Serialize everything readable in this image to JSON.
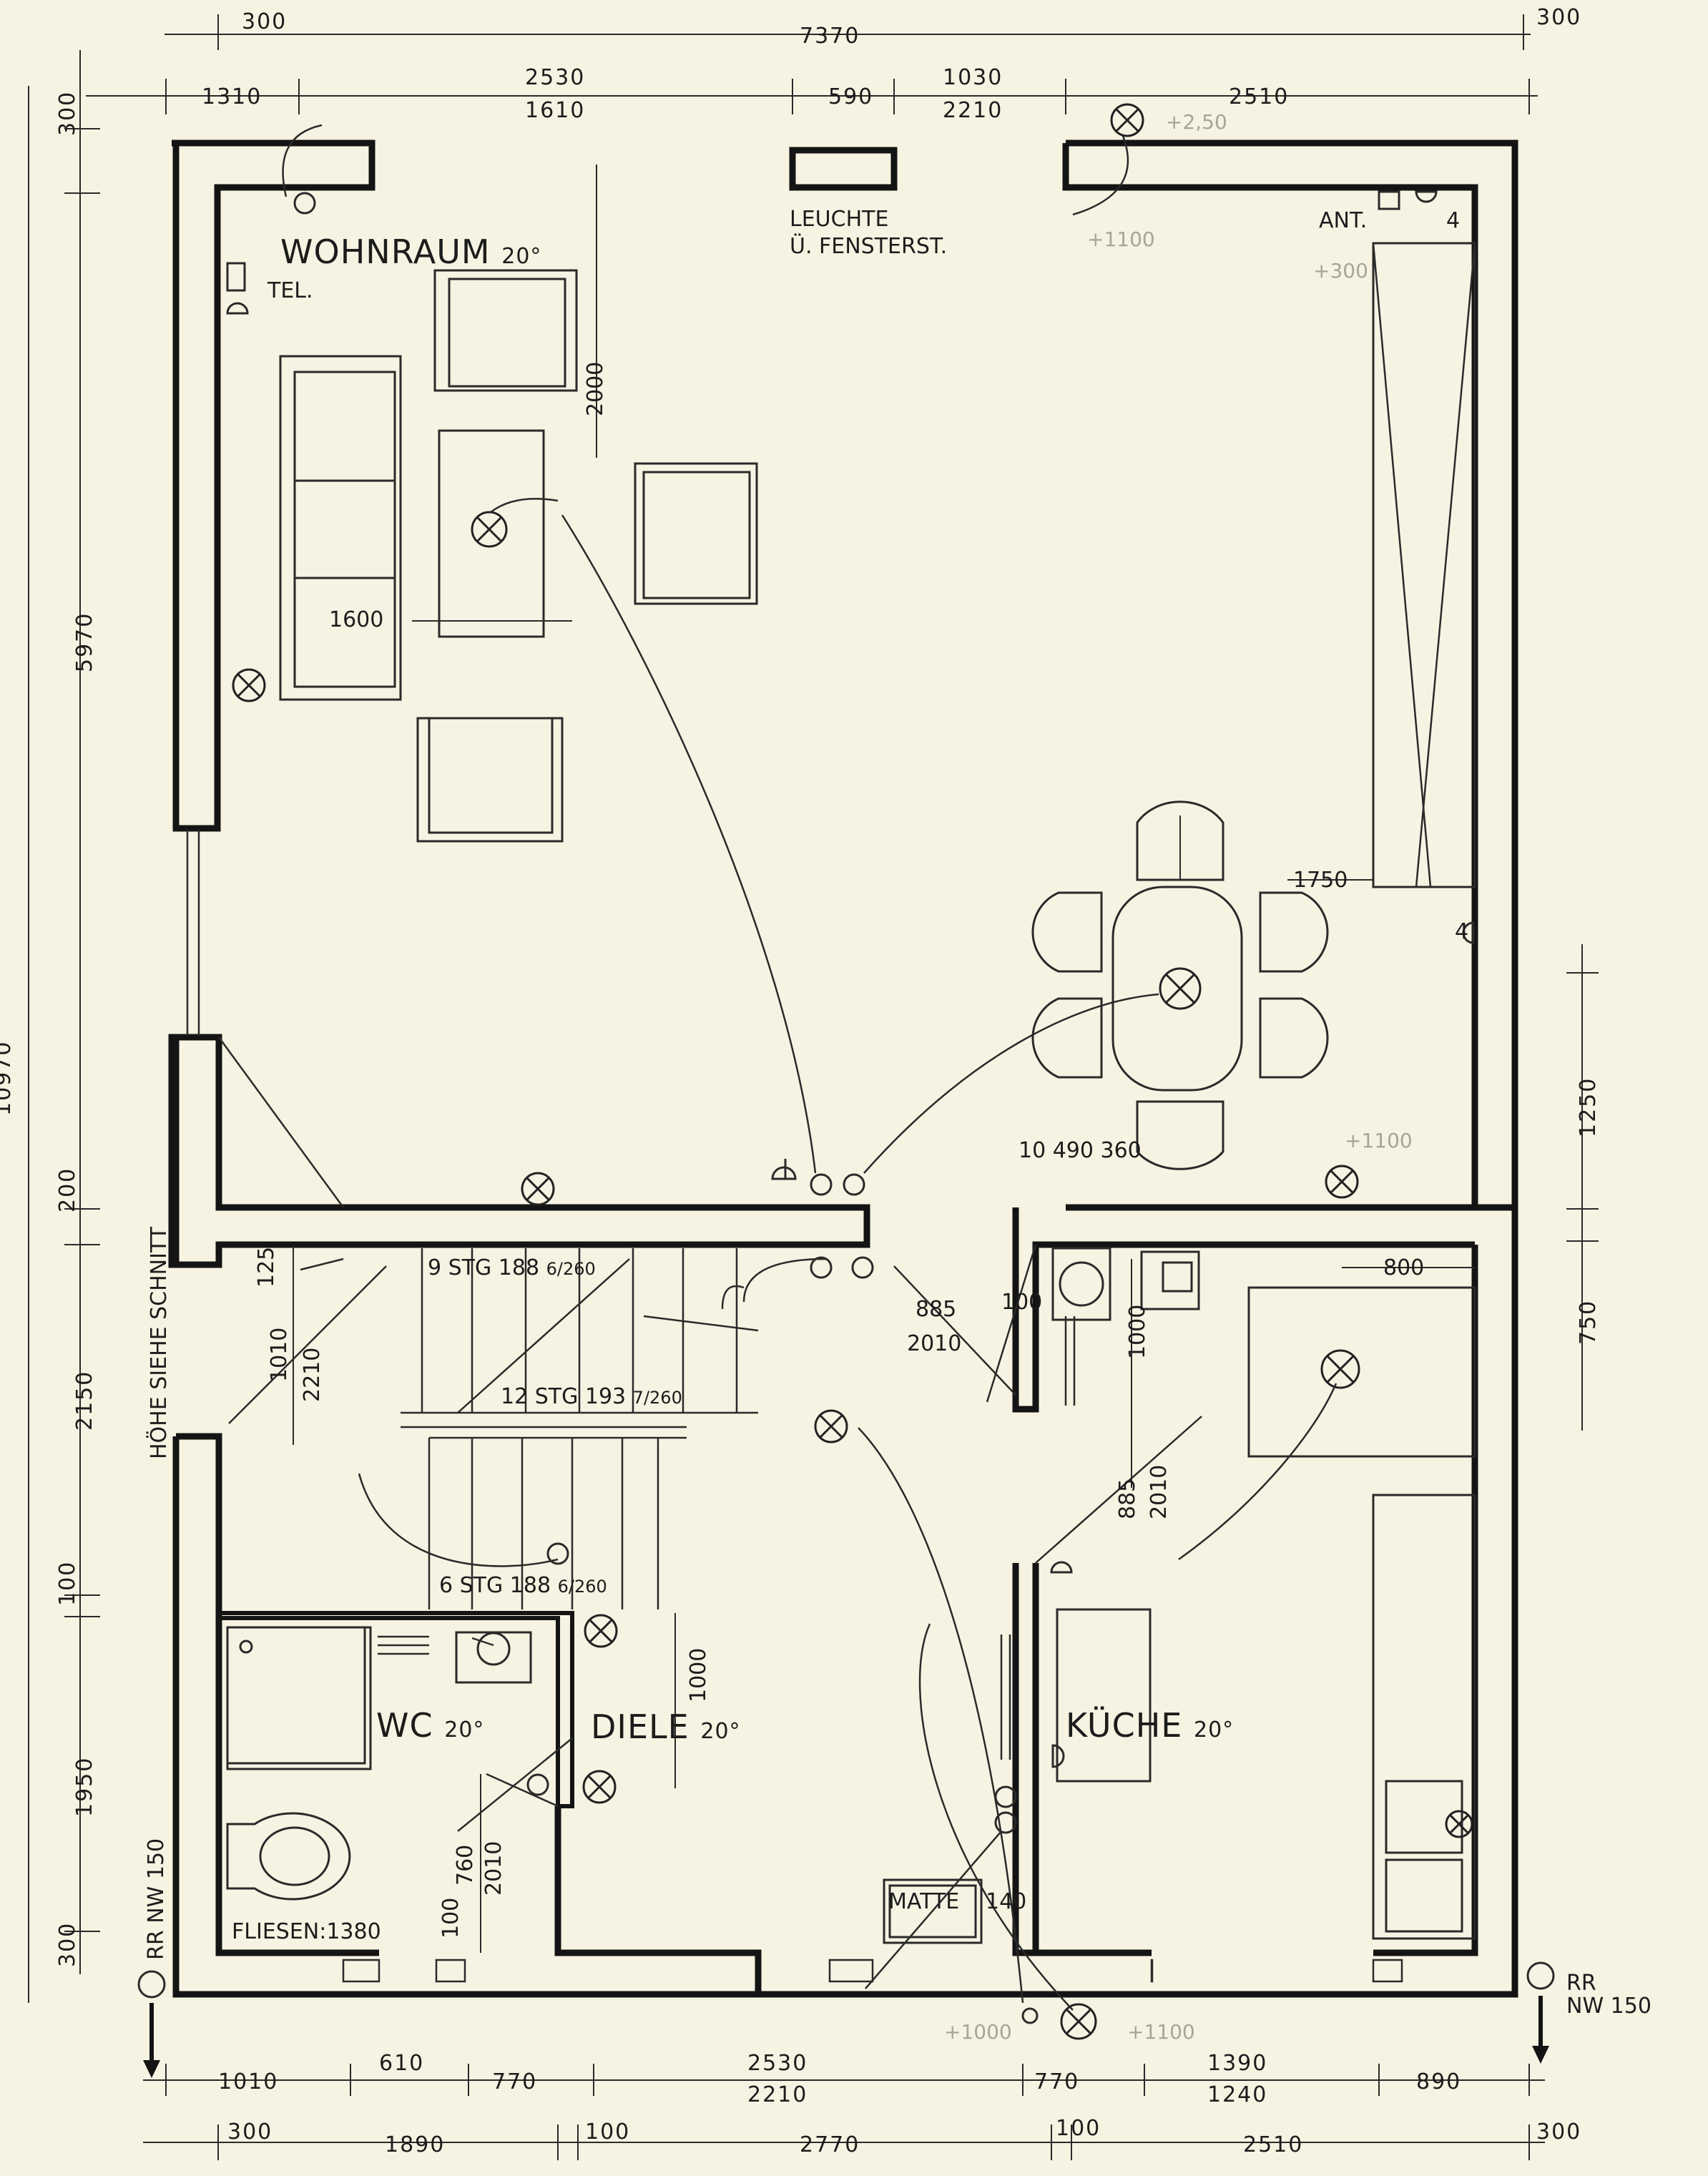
{
  "dimensions": {
    "top_overall": "7370",
    "top_left_300": "300",
    "top_right_300": "300",
    "top_row2": [
      "1310",
      "2530",
      "1610",
      "590",
      "1030",
      "2210",
      "2510"
    ],
    "left_side": [
      "300",
      "5970",
      "200",
      "2150",
      "100",
      "1950",
      "300"
    ],
    "left_overall_partial": "10970",
    "right_side": [
      "1250",
      "750"
    ],
    "bottom_row1": [
      "1010",
      "610",
      "770",
      "2530",
      "2210",
      "770",
      "1390",
      "1240",
      "890"
    ],
    "bottom_row2": [
      "300",
      "1890",
      "100",
      "2770",
      "100",
      "2510",
      "300"
    ],
    "interior": {
      "wohn_2000": "2000",
      "wohn_1600": "1600",
      "dining_1750": "1750",
      "dining_row": "10 490 360",
      "kueche_800": "800",
      "kueche_1000": "1000",
      "door_885_a": "885",
      "door_2010_a": "2010",
      "door_100": "100",
      "door_885_b": "885",
      "door_2010_b": "2010",
      "stair_125": "125",
      "stair_1010": "1010",
      "stair_2210": "2210",
      "wc_1000": "1000",
      "wc_760": "760",
      "wc_2010": "2010",
      "wc_100": "100",
      "matte_140": "140"
    }
  },
  "rooms": {
    "wohnraum": "WOHNRAUM",
    "wohnraum_temp": "20°",
    "wc": "WC",
    "wc_temp": "20°",
    "diele": "DIELE",
    "diele_temp": "20°",
    "kueche": "KÜCHE",
    "kueche_temp": "20°"
  },
  "labels": {
    "leuchte_1": "LEUCHTE",
    "leuchte_2": "Ü. FENSTERST.",
    "tel": "TEL.",
    "ant": "ANT.",
    "ant_4": "4",
    "socket_4": "4",
    "stair_9": "9 STG 188",
    "stair_9_frac": "6/260",
    "stair_12": "12 STG 193",
    "stair_12_frac": "7/260",
    "stair_6": "6 STG 188",
    "stair_6_frac": "6/260",
    "hoehe": "HÖHE SIEHE SCHNITT",
    "fliesen": "FLIESEN:1380",
    "matte": "MATTE",
    "rr_left": "RR NW 150",
    "rr_right_1": "RR",
    "rr_right_2": "NW 150"
  },
  "pencil_notes": [
    "+2,50",
    "+300",
    "+1100",
    "+1100",
    "+1000",
    "+1100"
  ]
}
